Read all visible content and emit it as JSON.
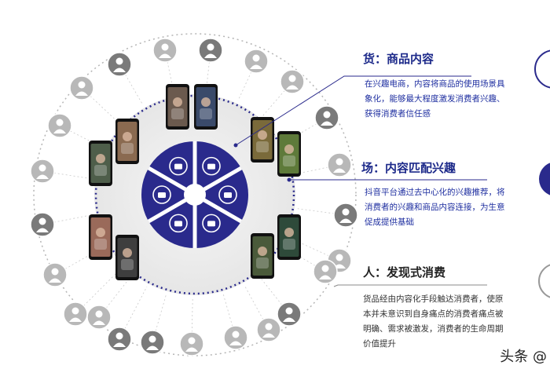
{
  "sections": [
    {
      "id": "goods",
      "heading": "货：商品内容",
      "lines": [
        "在兴趣电商，内容将商品的使用场景具",
        "象化，能够最大程度激发消费者兴趣、",
        "获得消费者信任感"
      ],
      "icon": "cutlery-icon"
    },
    {
      "id": "field",
      "heading": "场：内容匹配兴趣",
      "lines": [
        "抖音平台通过去中心化的兴趣推荐，将",
        "消费者的兴趣和商品内容连接，为生意",
        "促成提供基础"
      ],
      "icon": "gamepad-icon"
    },
    {
      "id": "person",
      "heading": "人：发现式消费",
      "lines": [
        "货品经由内容化手段触达消费者，使原",
        "本并未意识到自身痛点的消费者痛点被",
        "明确、需求被激发，消费者的生命周期",
        "价值提升"
      ],
      "icon": "store-icon"
    }
  ],
  "hub_icons": [
    "cosmetics-icon",
    "cutlery-icon",
    "gamepad-icon",
    "home-appliance-icon",
    "clothing-icon",
    "sports-icon"
  ],
  "watermark": "头条 @",
  "colors": {
    "navy": "#2a2a8c",
    "heading": "#1d2a8a",
    "body_blue": "#1f2fa0",
    "avatar_gray": "#888888",
    "disc_gray": "#ededed"
  }
}
